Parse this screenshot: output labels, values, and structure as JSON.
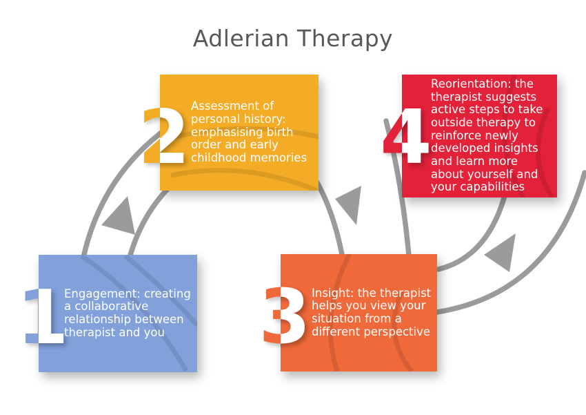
{
  "title": "Adlerian Therapy",
  "colors": {
    "background": "#ffffff",
    "connector": "#9b9b9b",
    "title_text": "#58585a",
    "step_text": "#ffffff"
  },
  "steps": [
    {
      "number": "1",
      "label": "Engagement: creating a collaborative relationship between therapist and you",
      "color": "#82a1db"
    },
    {
      "number": "2",
      "label": "Assessment of personal history: emphasising birth order and early childhood memories",
      "color": "#f4ac26"
    },
    {
      "number": "3",
      "label": "Insight: the therapist helps you view your situation from a different perspective",
      "color": "#f0693a"
    },
    {
      "number": "4",
      "label": "Reorientation: the therapist suggests active steps to take outside therapy to reinforce newly developed insights and learn more about yourself and your capabilities",
      "color": "#e32139"
    }
  ]
}
